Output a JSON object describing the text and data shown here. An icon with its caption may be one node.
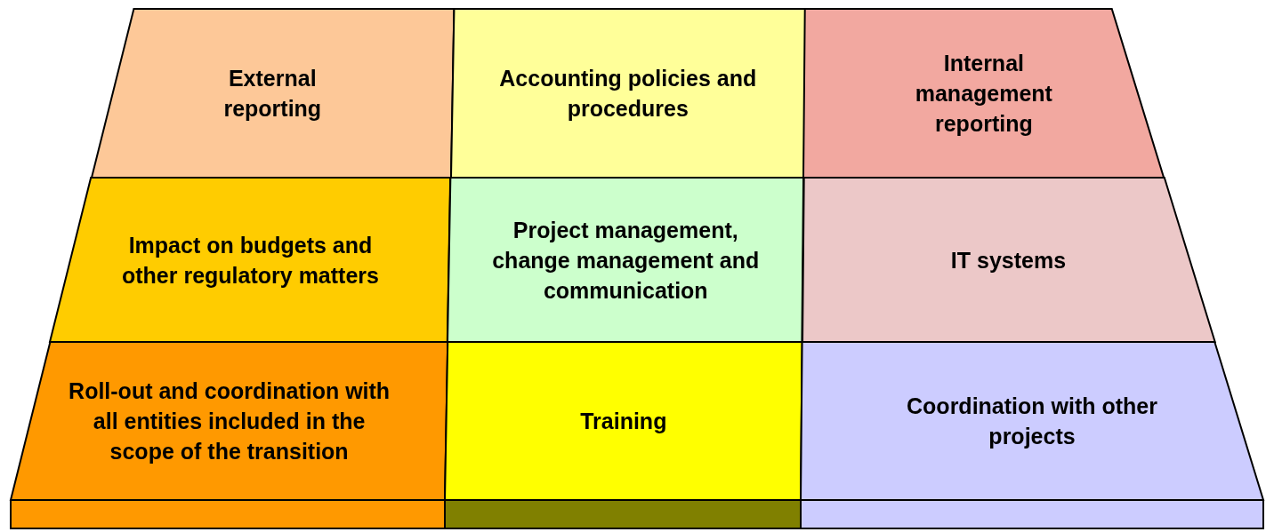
{
  "diagram": {
    "nodes": [
      {
        "text": [
          "External reporting"
        ]
      },
      {
        "text": [
          "Accounting policies and procedures"
        ]
      },
      {
        "text": [
          "Internal management reporting"
        ]
      },
      {
        "text": [
          "Impact on budgets and other regulatory matters"
        ]
      },
      {
        "text": [
          "Project management, change management and communication"
        ]
      },
      {
        "text": [
          "IT systems"
        ]
      },
      {
        "text": [
          "Roll-out and coordination with all entities included in the scope of the transition"
        ]
      },
      {
        "text": [
          "Training"
        ]
      },
      {
        "text": [
          "Coordination with other projects"
        ]
      }
    ]
  }
}
